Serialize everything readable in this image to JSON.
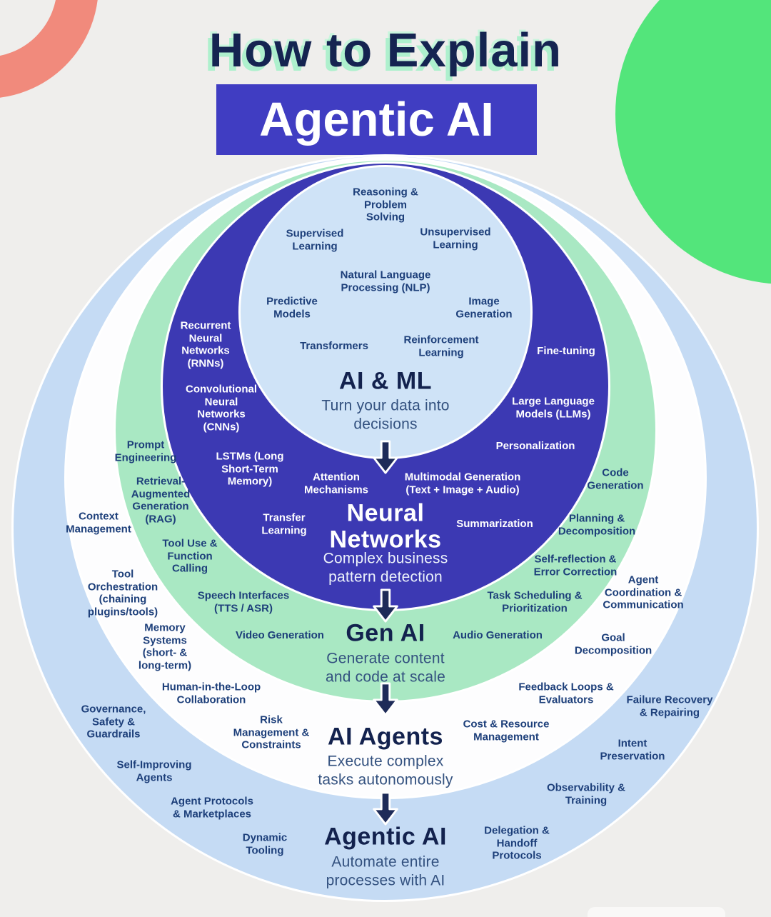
{
  "poster_title": {
    "line1": "How to Explain",
    "line2": "Agentic AI"
  },
  "colors": {
    "background": "#efeeec",
    "banner_blue": "#403dc2",
    "navy_ring": "#3c39b3",
    "green_ring": "#a9e8c3",
    "inner_blue": "#cfe3f7",
    "outer_blue": "#c5dbf4",
    "white_ring": "#fdfdfe",
    "coral_accent": "#f18a7c",
    "green_accent": "#53e57b",
    "label_navy": "#1d3f7a",
    "title_navy": "#152451",
    "mint_shadow": "#aef0cd",
    "arrow_navy": "#1e2b58"
  },
  "rings": {
    "ai_ml": {
      "title": "AI & ML",
      "description": "Turn your data into\ndecisions",
      "terms": [
        "Reasoning &\nProblem\nSolving",
        "Supervised\nLearning",
        "Unsupervised\nLearning",
        "Natural Language\nProcessing (NLP)",
        "Predictive\nModels",
        "Image\nGeneration",
        "Transformers",
        "Reinforcement\nLearning"
      ]
    },
    "neural_networks": {
      "title": "Neural\nNetworks",
      "description": "Complex business\npattern detection",
      "terms": [
        "Recurrent\nNeural\nNetworks\n(RNNs)",
        "Fine-tuning",
        "Convolutional\nNeural\nNetworks\n(CNNs)",
        "Large Language\nModels (LLMs)",
        "LSTMs (Long\nShort-Term\nMemory)",
        "Personalization",
        "Attention\nMechanisms",
        "Multimodal Generation\n(Text + Image + Audio)",
        "Transfer\nLearning",
        "Summarization"
      ]
    },
    "gen_ai": {
      "title": "Gen AI",
      "description": "Generate content\nand code at scale",
      "terms": [
        "Prompt\nEngineering",
        "Retrieval-\nAugmented\nGeneration\n(RAG)",
        "Code\nGeneration",
        "Planning &\nDecomposition",
        "Tool Use &\nFunction\nCalling",
        "Self-reflection &\nError Correction",
        "Speech Interfaces\n(TTS / ASR)",
        "Task Scheduling &\nPrioritization",
        "Video Generation",
        "Audio Generation"
      ]
    },
    "ai_agents": {
      "title": "AI Agents",
      "description": "Execute complex\ntasks autonomously",
      "terms": [
        "Context\nManagement",
        "Tool\nOrchestration\n(chaining\nplugins/tools)",
        "Agent\nCoordination &\nCommunication",
        "Memory\nSystems\n(short- &\nlong-term)",
        "Goal\nDecomposition",
        "Human-in-the-Loop\nCollaboration",
        "Feedback Loops &\nEvaluators",
        "Risk\nManagement &\nConstraints",
        "Cost & Resource\nManagement"
      ]
    },
    "agentic_ai": {
      "title": "Agentic AI",
      "description": "Automate entire\nprocesses with AI",
      "terms": [
        "Governance,\nSafety &\nGuardrails",
        "Failure Recovery\n& Repairing",
        "Self-Improving\nAgents",
        "Intent\nPreservation",
        "Agent Protocols\n& Marketplaces",
        "Observability &\nTraining",
        "Dynamic\nTooling",
        "Delegation &\nHandoff\nProtocols"
      ]
    }
  }
}
